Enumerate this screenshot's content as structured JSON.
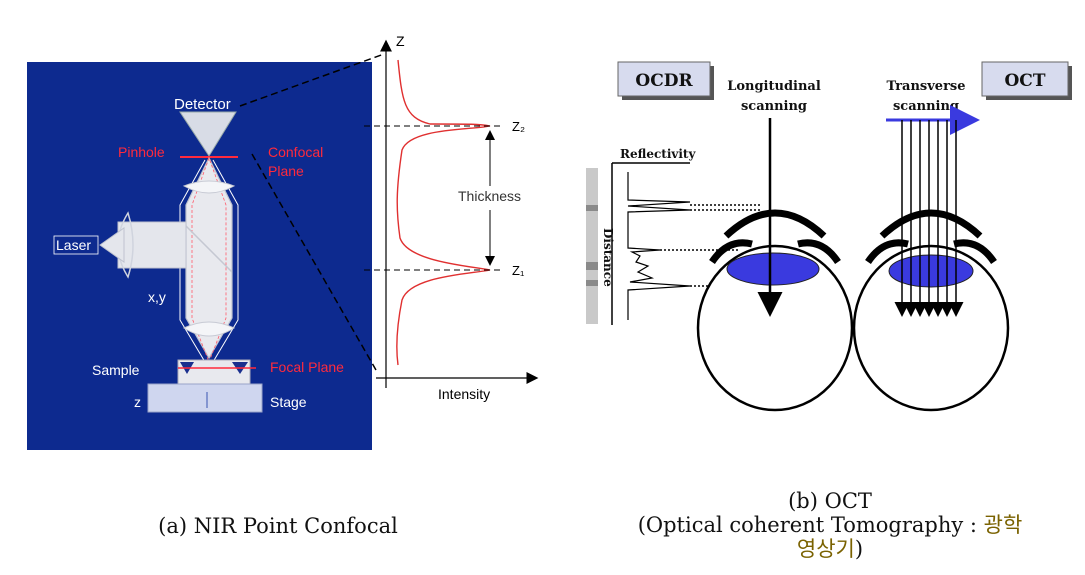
{
  "confocal": {
    "detector": "Detector",
    "pinhole": "Pinhole",
    "confocal_plane_1": "Confocal",
    "confocal_plane_2": "Plane",
    "laser": "Laser",
    "xy": "x,y",
    "sample": "Sample",
    "focal_plane": "Focal Plane",
    "z": "z",
    "stage": "Stage"
  },
  "profile": {
    "axis_z": "Z",
    "z2": "Z₂",
    "z1": "Z₁",
    "thickness": "Thickness",
    "intensity": "Intensity"
  },
  "oct": {
    "ocdr_box": "OCDR",
    "oct_box": "OCT",
    "longitudinal_1": "Longitudinal",
    "longitudinal_2": "scanning",
    "transverse_1": "Transverse",
    "transverse_2": "scanning",
    "reflectivity": "Reflectivity",
    "distance": "Distance"
  },
  "captions": {
    "a": "(a)  NIR  Point  Confocal",
    "b_line1": "(b)  OCT",
    "b_line2_prefix": "(Optical  coherent  Tomography  :  ",
    "b_line2_korean": "광학",
    "b_line3_korean": "영상기",
    "b_line3_suffix": ")"
  },
  "colors": {
    "panel_blue": "#0d2a8f",
    "red_label": "#ff2a3c",
    "lens_violet": "#3a3adf",
    "profile_red": "#e03030"
  }
}
